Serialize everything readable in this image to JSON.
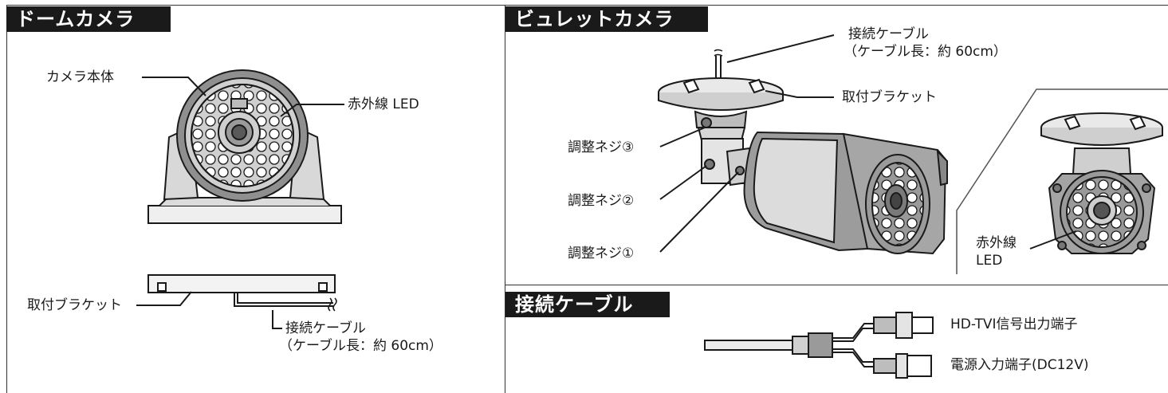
{
  "dome": {
    "title": "ドームカメラ",
    "labels": {
      "body": "カメラ本体",
      "ir_led": "赤外線 LED",
      "bracket": "取付ブラケット",
      "cable_name": "接続ケーブル",
      "cable_length": "（ケーブル長：約 60cm）"
    }
  },
  "bullet": {
    "title": "ビュレットカメラ",
    "labels": {
      "cable_name": "接続ケーブル",
      "cable_length": "（ケーブル長：約 60cm）",
      "bracket": "取付ブラケット",
      "screw3": "調整ネジ③",
      "screw2": "調整ネジ②",
      "screw1": "調整ネジ①",
      "ir_led_line1": "赤外線",
      "ir_led_line2": "LED"
    }
  },
  "cable": {
    "title": "接続ケーブル",
    "labels": {
      "video": "HD-TVI信号出力端子",
      "power": "電源入力端子(DC12V)"
    }
  },
  "colors": {
    "header_bg": "#1a1a1a",
    "line": "#1a1a1a",
    "fill_light": "#e6e6e6",
    "fill_mid": "#bdbdbd"
  }
}
